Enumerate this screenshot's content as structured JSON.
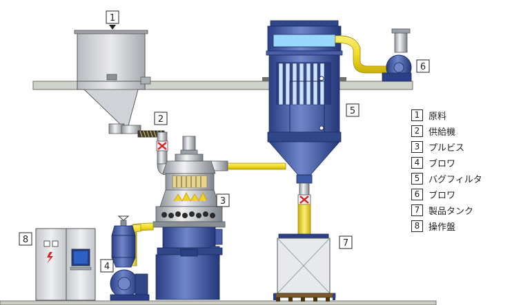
{
  "diagram": {
    "callouts": [
      {
        "id": "1",
        "num": "1"
      },
      {
        "id": "2",
        "num": "2"
      },
      {
        "id": "3",
        "num": "3"
      },
      {
        "id": "4",
        "num": "4"
      },
      {
        "id": "5",
        "num": "5"
      },
      {
        "id": "6",
        "num": "6"
      },
      {
        "id": "7",
        "num": "7"
      },
      {
        "id": "8",
        "num": "8"
      }
    ],
    "legend": [
      {
        "num": "1",
        "label": "原料"
      },
      {
        "num": "2",
        "label": "供給機"
      },
      {
        "num": "3",
        "label": "プルビス"
      },
      {
        "num": "4",
        "label": "ブロワ"
      },
      {
        "num": "5",
        "label": "バグフィルタ"
      },
      {
        "num": "6",
        "label": "ブロワ"
      },
      {
        "num": "7",
        "label": "製品タンク"
      },
      {
        "num": "8",
        "label": "操作盤"
      }
    ],
    "colors": {
      "pipe_yellow": "#f5e23a",
      "equipment_blue": "#3d5aa8",
      "equipment_light": "#dfe3ea",
      "floor_gray": "#c9ccc4",
      "valve_red": "#d62020"
    }
  }
}
